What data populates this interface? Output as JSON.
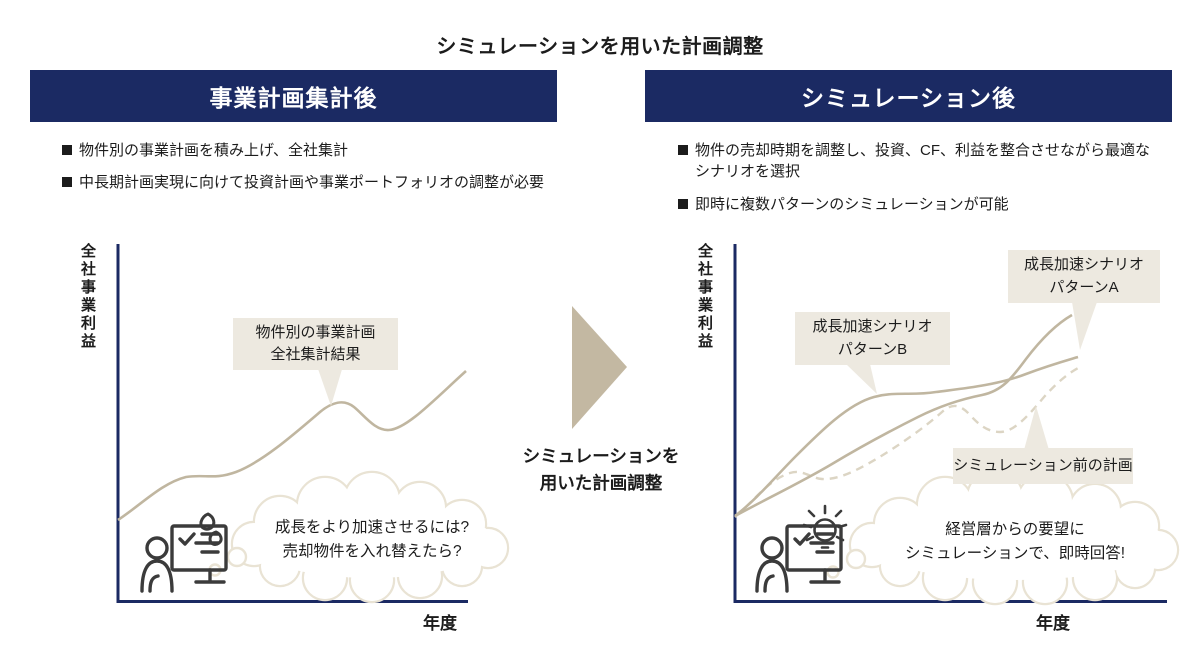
{
  "title": "シミュレーションを用いた計画調整",
  "colors": {
    "navy": "#1B2A63",
    "curve_solid": "#C0B6A0",
    "curve_dashed": "#DCD5C4",
    "label_box_bg": "#EDE9E0",
    "cloud_border": "#E9E3D4",
    "arrow_beige": "#C3B8A2",
    "icon_stroke": "#3B3B3B"
  },
  "left_panel": {
    "header": "事業計画集計後",
    "bullets": [
      "物件別の事業計画を積み上げ、全社集計",
      "中長期計画実現に向けて投資計画や事業ポートフォリオの調整が必要"
    ],
    "chart": {
      "ylabel": "全社事業利益",
      "xlabel": "年度",
      "series_label": "物件別の事業計画\n全社集計結果",
      "thought": "成長をより加速させるには?\n売却物件を入れ替えたら?",
      "series": [
        {
          "name": "物件別の事業計画 全社集計結果",
          "style": "solid"
        }
      ],
      "icons": [
        "person-at-computer-icon",
        "sweat-drops-icon",
        "thought-cloud"
      ]
    }
  },
  "transition": {
    "label": "シミュレーションを\n用いた計画調整",
    "icon": "arrow-right-triangle"
  },
  "right_panel": {
    "header": "シミュレーション後",
    "bullets": [
      "物件の売却時期を調整し、投資、CF、利益を整合させながら最適なシナリオを選択",
      "即時に複数パターンのシミュレーションが可能"
    ],
    "chart": {
      "ylabel": "全社事業利益",
      "xlabel": "年度",
      "pattern_a_label": "成長加速シナリオ\nパターンA",
      "pattern_b_label": "成長加速シナリオ\nパターンB",
      "before_label": "シミュレーション前の計画",
      "thought": "経営層からの要望に\nシミュレーションで、即時回答!",
      "series": [
        {
          "name": "成長加速シナリオ パターンA",
          "style": "solid"
        },
        {
          "name": "成長加速シナリオ パターンB",
          "style": "solid"
        },
        {
          "name": "シミュレーション前の計画",
          "style": "dashed"
        }
      ],
      "icons": [
        "person-at-computer-icon",
        "lightbulb-icon",
        "thought-cloud"
      ]
    }
  }
}
